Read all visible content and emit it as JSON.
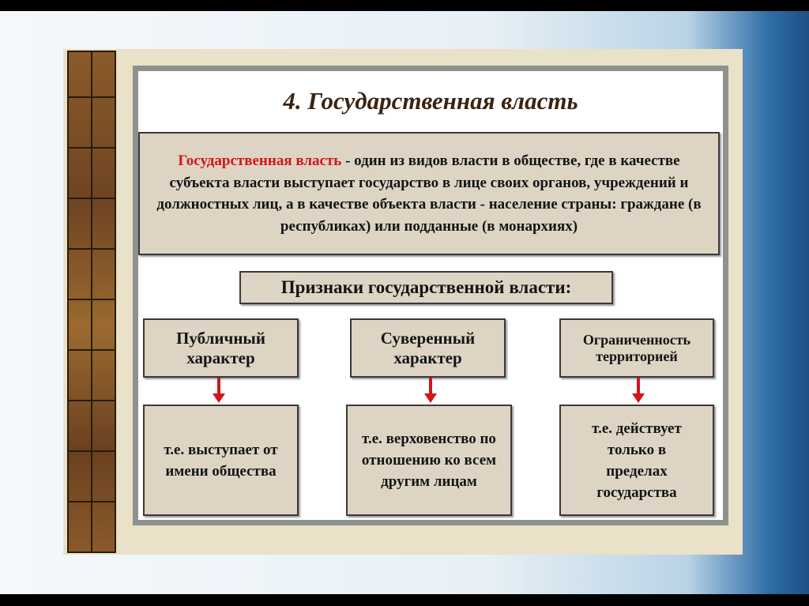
{
  "title": "4. Государственная власть",
  "definition": {
    "term": "Государственная власть",
    "text": " - один из видов власти в обществе, где в качестве субъекта власти выступает государство в лице своих органов, учреждений и должностных лиц, а в качестве объекта власти - население страны: граждане (в республиках) или подданные (в монархиях)"
  },
  "features_heading": "Признаки государственной власти:",
  "features": [
    {
      "name": "Публичный характер",
      "explanation": "т.е. выступает от имени общества"
    },
    {
      "name": "Суверенный характер",
      "explanation": "т.е. верховенство по отношению ко всем другим лицам"
    },
    {
      "name": "Ограниченность территорией",
      "explanation": "т.е. действует только в пределах государства"
    }
  ],
  "colors": {
    "term": "#d4141a",
    "arrow": "#d4141a",
    "box": "#ddd4c4"
  }
}
